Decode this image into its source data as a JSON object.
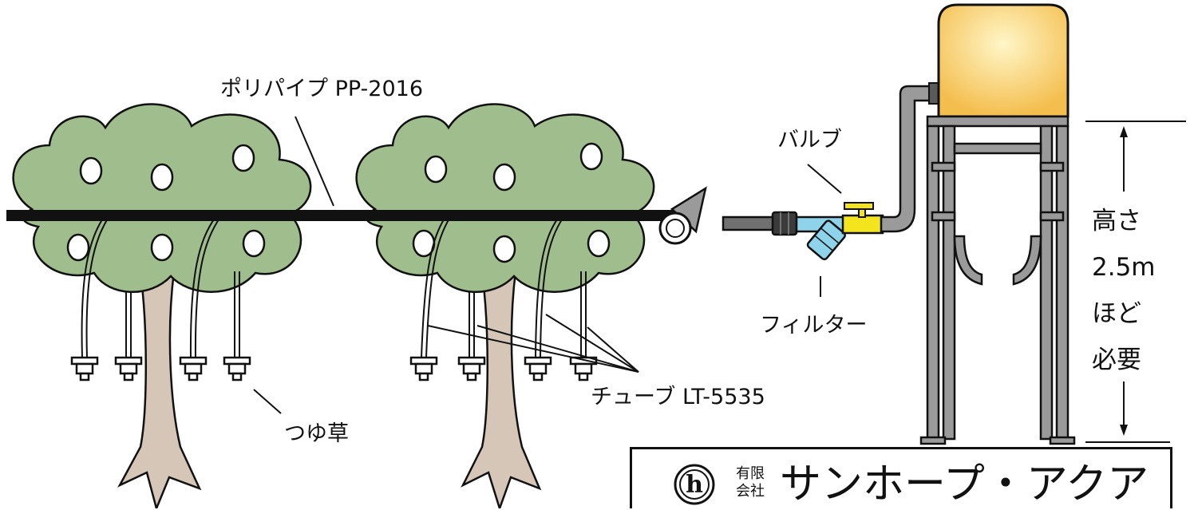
{
  "labels": {
    "main_pipe": "ポリパイプ PP-2016",
    "valve": "バルブ",
    "filter": "フィルター",
    "tube": "チューブ LT-5535",
    "dew_grass": "つゆ草",
    "height_lines": [
      "高さ",
      "2.5m",
      "ほど",
      "必要"
    ]
  },
  "company": {
    "kind_line1": "有限",
    "kind_line2": "会社",
    "name": "サンホープ・アクア",
    "logo_letter": "h"
  },
  "colors": {
    "foliage": "#9fbd8d",
    "trunk": "#d5c6b8",
    "pipe": "#111111",
    "valve": "#f3e41d",
    "filter": "#8fd3ea",
    "tank": "#f5c65a",
    "stand": "#9a9a9a"
  }
}
